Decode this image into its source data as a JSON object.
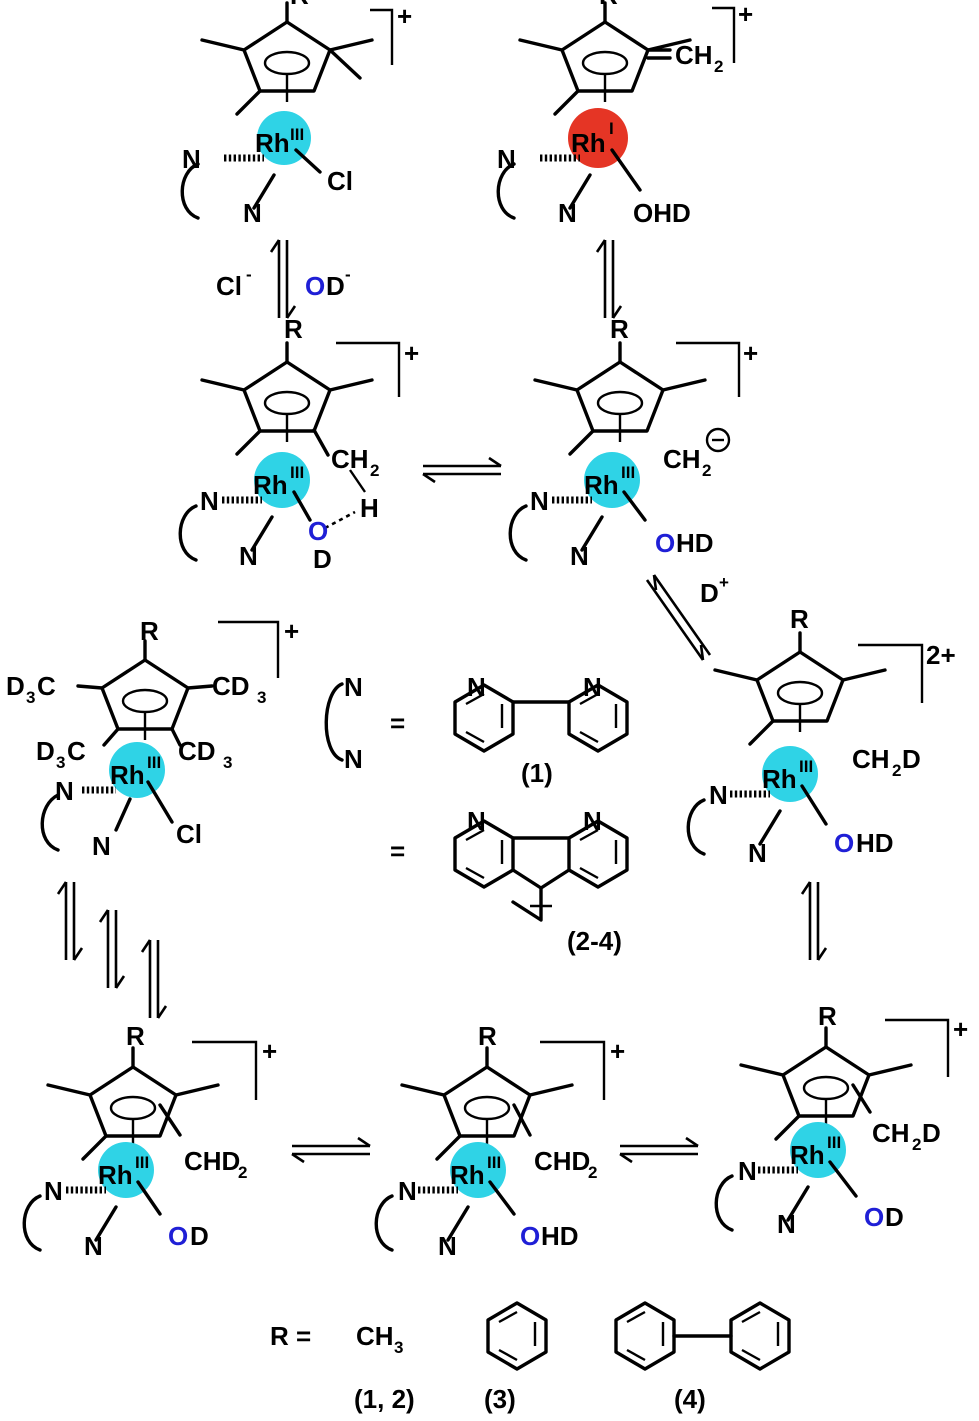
{
  "colors": {
    "rh3": "#2fd3e6",
    "rh1": "#e53525",
    "hetero_o": "#1f1fd6"
  },
  "labels": {
    "R": "R",
    "N": "N",
    "Rh": "Rh",
    "III": "III",
    "I": "I",
    "Cl": "Cl",
    "O": "O",
    "D": "D",
    "H": "H",
    "OHD": "OHD",
    "HD": "HD",
    "OD": "OD",
    "CH": "CH",
    "C": "C",
    "CHD": "CHD",
    "sub2": "2",
    "sub3": "3",
    "plus": "+",
    "minus": "-",
    "charge_2plus": "2+",
    "D3C": "D",
    "CD3": "CD",
    "eq": "=",
    "R_eq": "R =",
    "CH3": "CH",
    "anion": "−"
  },
  "reagents": {
    "chloride": "Cl",
    "od": "D",
    "dplus": "D"
  },
  "ligand_labels": {
    "bipy": "(1)",
    "phen": "(2-4)"
  },
  "r_labels": {
    "methyl": "(1, 2)",
    "phenyl": "(3)",
    "biphenyl": "(4)"
  }
}
